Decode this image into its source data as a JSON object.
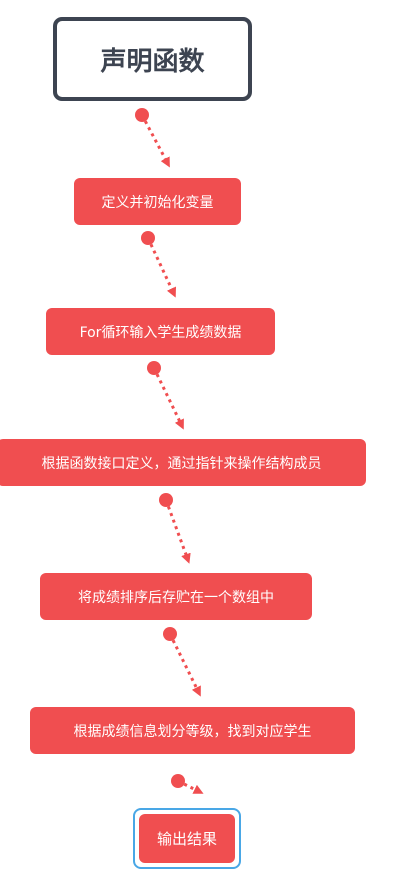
{
  "diagram": {
    "type": "flowchart",
    "accent_color": "#f04e50",
    "title_border_color": "#3d4451",
    "selected_border_color": "#49a7e6",
    "title": "声明函数",
    "steps": [
      "定义并初始化变量",
      "For循环输入学生成绩数据",
      "根据函数接口定义，通过指针来操作结构成员",
      "将成绩排序后存贮在一个数组中",
      "根据成绩信息划分等级，找到对应学生",
      "输出结果"
    ],
    "connector_style": "dotted-arrow"
  }
}
